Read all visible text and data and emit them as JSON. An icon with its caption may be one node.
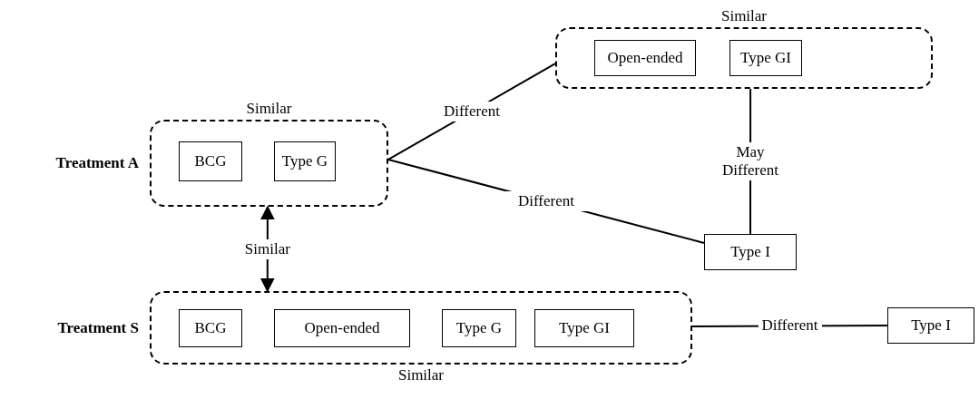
{
  "diagram": {
    "nodes": [
      {
        "text": [
          "Similar"
        ],
        "beside": [
          "Treatment A"
        ]
      },
      {
        "text": [
          "BCG"
        ],
        "in": 0
      },
      {
        "text": [
          "Type G"
        ],
        "in": 0
      },
      {
        "text": [
          "Similar"
        ]
      },
      {
        "text": [
          "Open-ended"
        ],
        "in": 3
      },
      {
        "text": [
          "Type GI"
        ],
        "in": 3
      },
      {
        "text": [
          "Type I"
        ]
      },
      {
        "text": [
          "Similar"
        ],
        "beside": [
          "Treatment S"
        ]
      },
      {
        "text": [
          "BCG"
        ],
        "in": 7
      },
      {
        "text": [
          "Open-ended"
        ],
        "in": 7
      },
      {
        "text": [
          "Type G"
        ],
        "in": 7
      },
      {
        "text": [
          "Type GI"
        ],
        "in": 7
      },
      {
        "text": [
          "Type I"
        ]
      }
    ],
    "edges": [
      {
        "from": 0,
        "to": 3,
        "arrow": "none",
        "label": "Different"
      },
      {
        "from": 0,
        "to": 6,
        "arrow": "none",
        "label": "Different"
      },
      {
        "from": 3,
        "to": 6,
        "arrow": "none",
        "label": "May Different"
      },
      {
        "from": 0,
        "to": 7,
        "arrow": "both",
        "label": "Similar"
      },
      {
        "from": 7,
        "to": 12,
        "arrow": "none",
        "label": "Different"
      }
    ]
  }
}
